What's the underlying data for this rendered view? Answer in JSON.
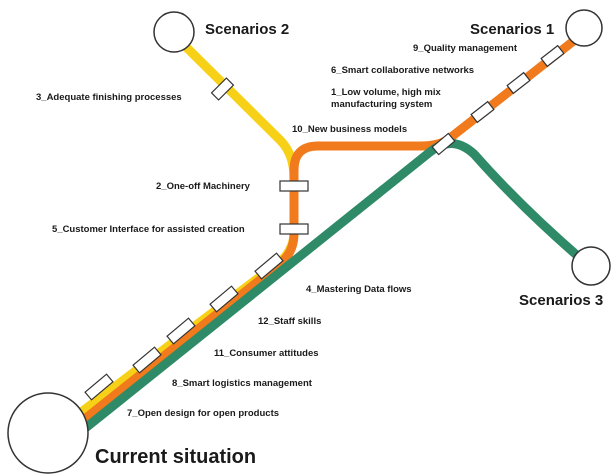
{
  "colors": {
    "yellow_line": "#f7d117",
    "orange_line": "#f07a1c",
    "green_line": "#2f8a68",
    "station_fill": "#ffffff",
    "outline": "#333333",
    "text": "#1a1a1a"
  },
  "terminals": {
    "current": "Current situation",
    "scenario1": "Scenarios 1",
    "scenario2": "Scenarios 2",
    "scenario3": "Scenarios 3"
  },
  "stations": {
    "s1": "1_Low volume, high mix",
    "s1_line2": "manufacturing system",
    "s2": "2_One-off Machinery",
    "s3": "3_Adequate finishing processes",
    "s4": "4_Mastering Data flows",
    "s5": "5_Customer Interface for assisted creation",
    "s6": "6_Smart collaborative networks",
    "s7": "7_Open design for open products",
    "s8": "8_Smart logistics management",
    "s9": "9_Quality management",
    "s10": "10_New business models",
    "s11": "11_Consumer attitudes",
    "s12": "12_Staff skills"
  }
}
